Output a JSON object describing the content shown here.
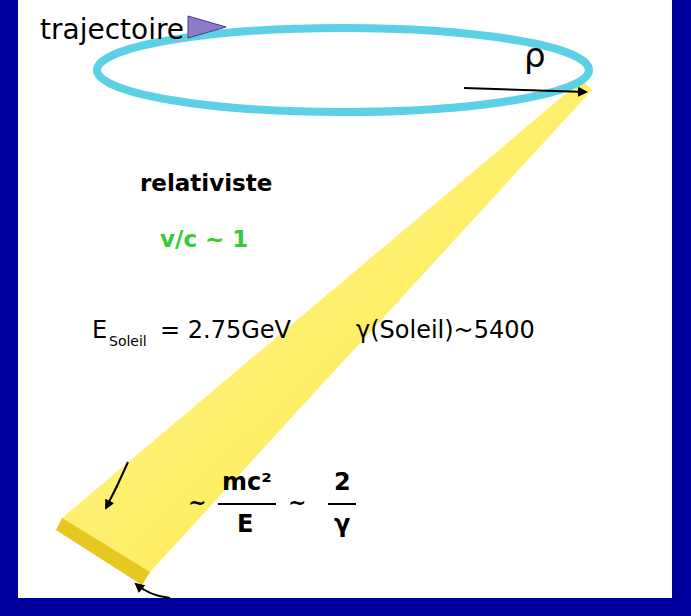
{
  "diagram": {
    "labels": [
      "trajectoire",
      "ρ",
      "relativiste",
      "v/c ~ 1",
      "E",
      "Soleil",
      "= 2.75GeV",
      "γ(Soleil)~5400",
      "~",
      "mc²",
      "E",
      "~",
      "2",
      "γ"
    ]
  }
}
